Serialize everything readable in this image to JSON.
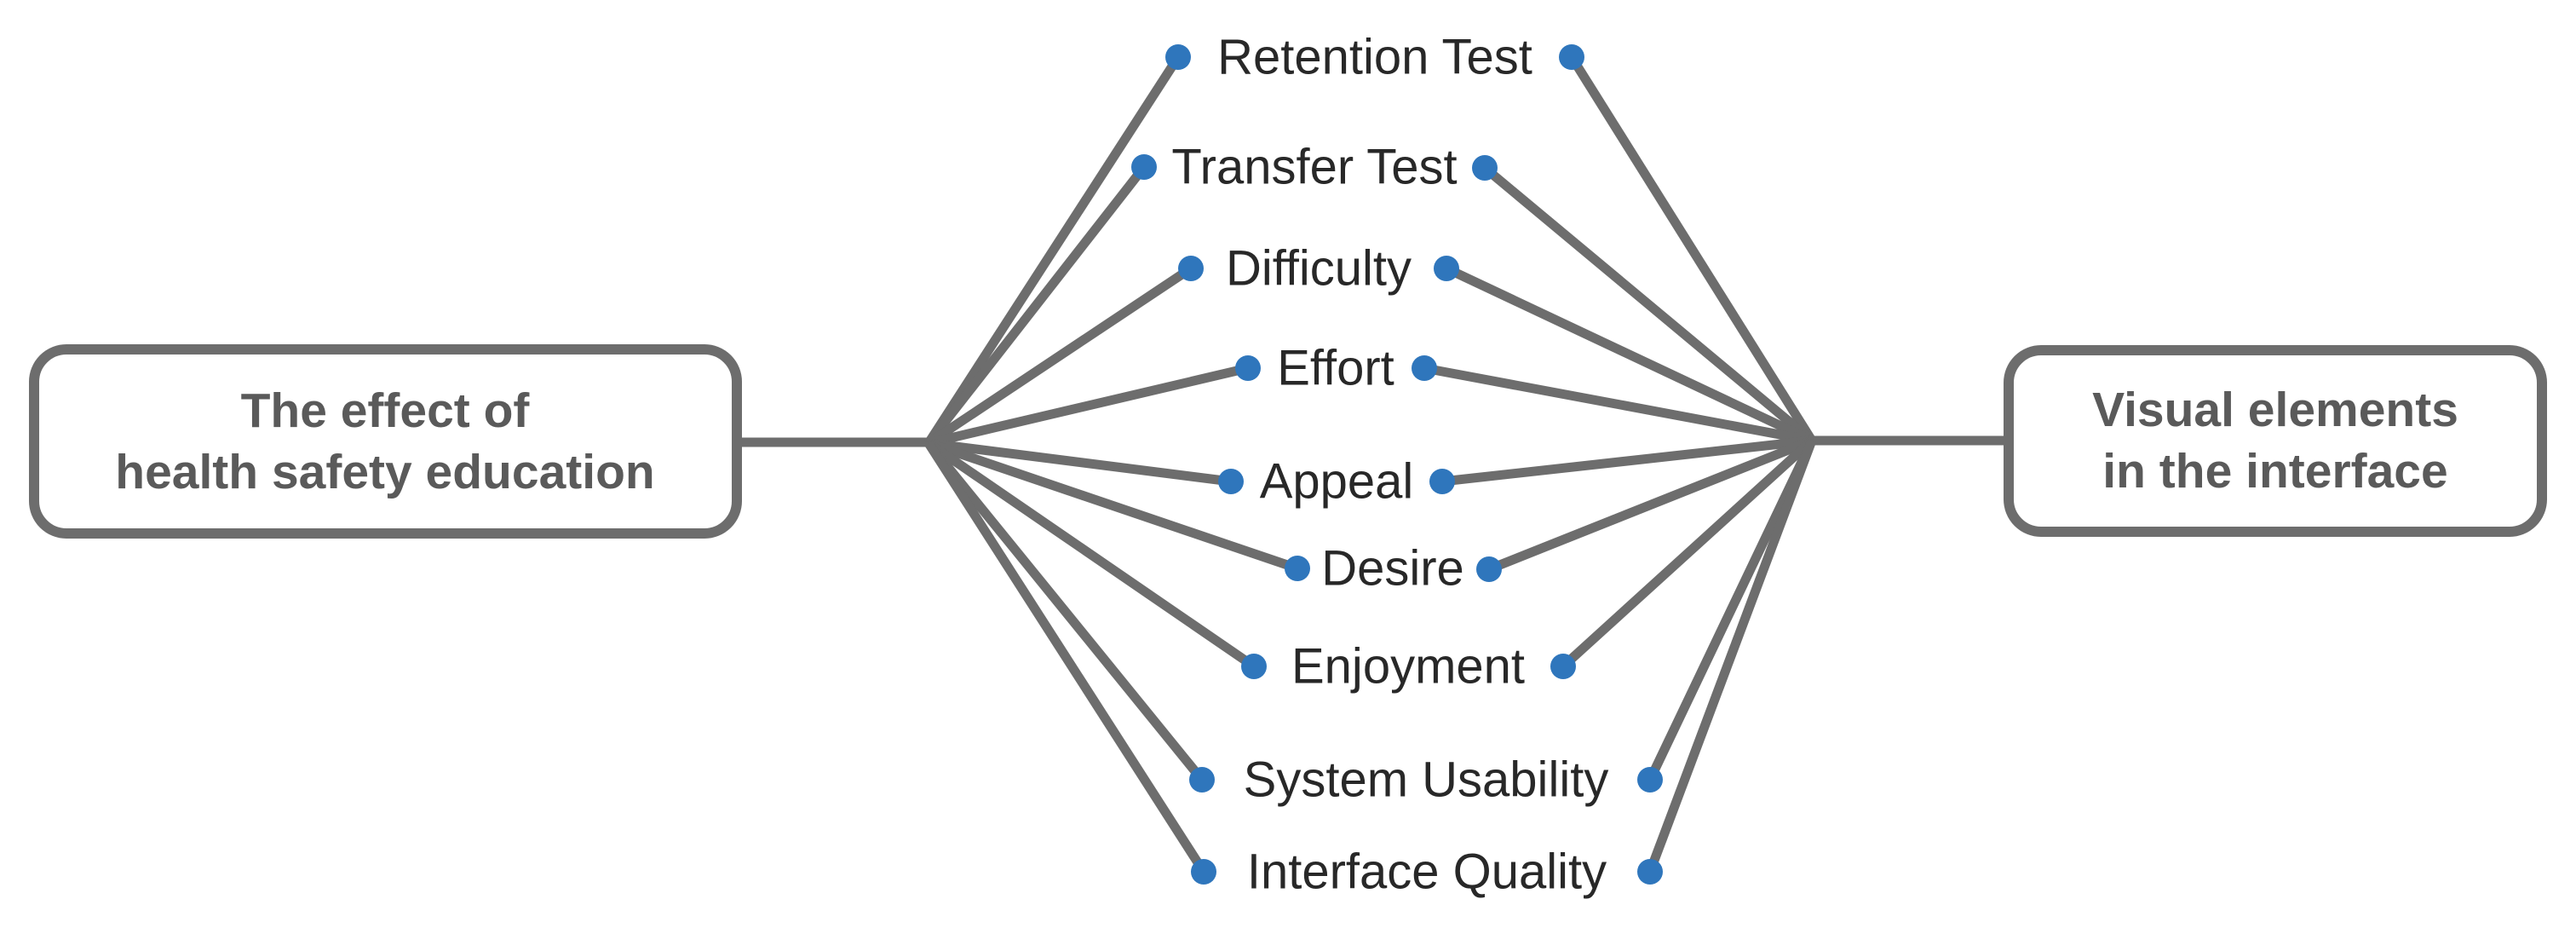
{
  "diagram": {
    "left_box": {
      "line1": "The effect of",
      "line2": "health safety education"
    },
    "right_box": {
      "line1": "Visual elements",
      "line2": "in the interface"
    },
    "items": [
      {
        "label": "Retention Test"
      },
      {
        "label": "Transfer Test"
      },
      {
        "label": "Difficulty"
      },
      {
        "label": "Effort"
      },
      {
        "label": "Appeal"
      },
      {
        "label": "Desire"
      },
      {
        "label": "Enjoyment"
      },
      {
        "label": "System Usability"
      },
      {
        "label": "Interface Quality"
      }
    ],
    "colors": {
      "dot_blue": "#2f76bc",
      "line_gray": "#6d6d6d",
      "box_text_gray": "#5a5a5a",
      "item_text": "#282828",
      "background": "#ffffff"
    }
  }
}
